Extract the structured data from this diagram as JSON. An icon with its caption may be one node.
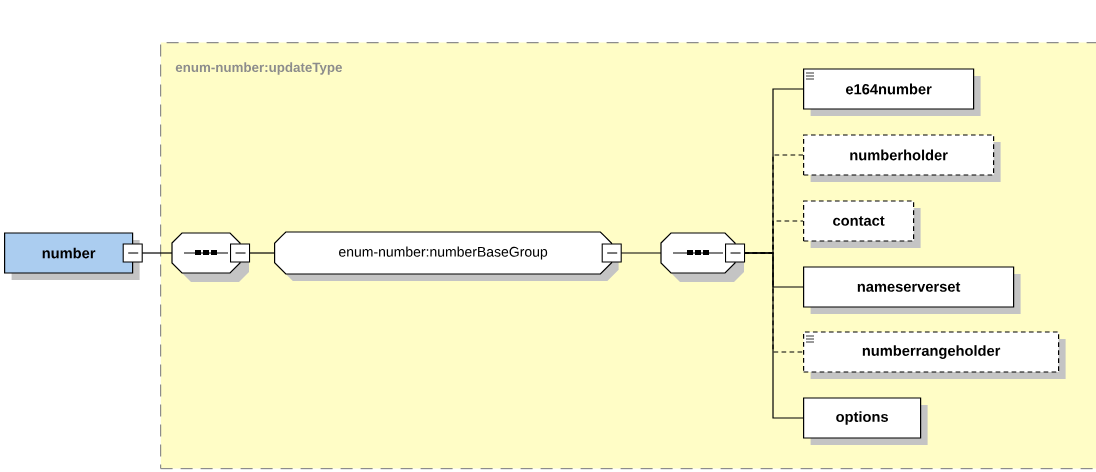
{
  "diagram": {
    "nodes": [
      {
        "text": [
          "enum-number:updateType"
        ]
      },
      {
        "text": [
          "number"
        ]
      },
      {
        "text": [],
        "shape": "octagon",
        "in": 0
      },
      {
        "text": [
          "enum-number:numberBaseGroup"
        ],
        "in": 0
      },
      {
        "text": [],
        "shape": "octagon",
        "in": 0
      },
      {
        "text": [
          "e164number"
        ],
        "in": 0
      },
      {
        "text": [
          "numberholder"
        ],
        "in": 0
      },
      {
        "text": [
          "contact"
        ],
        "in": 0
      },
      {
        "text": [
          "nameserverset"
        ],
        "in": 0
      },
      {
        "text": [
          "numberrangeholder"
        ],
        "in": 0
      },
      {
        "text": [
          "options"
        ],
        "in": 0
      }
    ],
    "edges": [
      {
        "from": 1,
        "to": 2,
        "arrow": "none"
      },
      {
        "from": 2,
        "to": 3,
        "arrow": "none"
      },
      {
        "from": 3,
        "to": 4,
        "arrow": "none"
      },
      {
        "from": 4,
        "to": 5,
        "arrow": "none"
      },
      {
        "from": 4,
        "to": 6,
        "arrow": "none",
        "style": "dashed"
      },
      {
        "from": 4,
        "to": 7,
        "arrow": "none",
        "style": "dashed"
      },
      {
        "from": 4,
        "to": 8,
        "arrow": "none"
      },
      {
        "from": 4,
        "to": 9,
        "arrow": "none",
        "style": "dashed"
      },
      {
        "from": 4,
        "to": 10,
        "arrow": "none"
      }
    ]
  }
}
